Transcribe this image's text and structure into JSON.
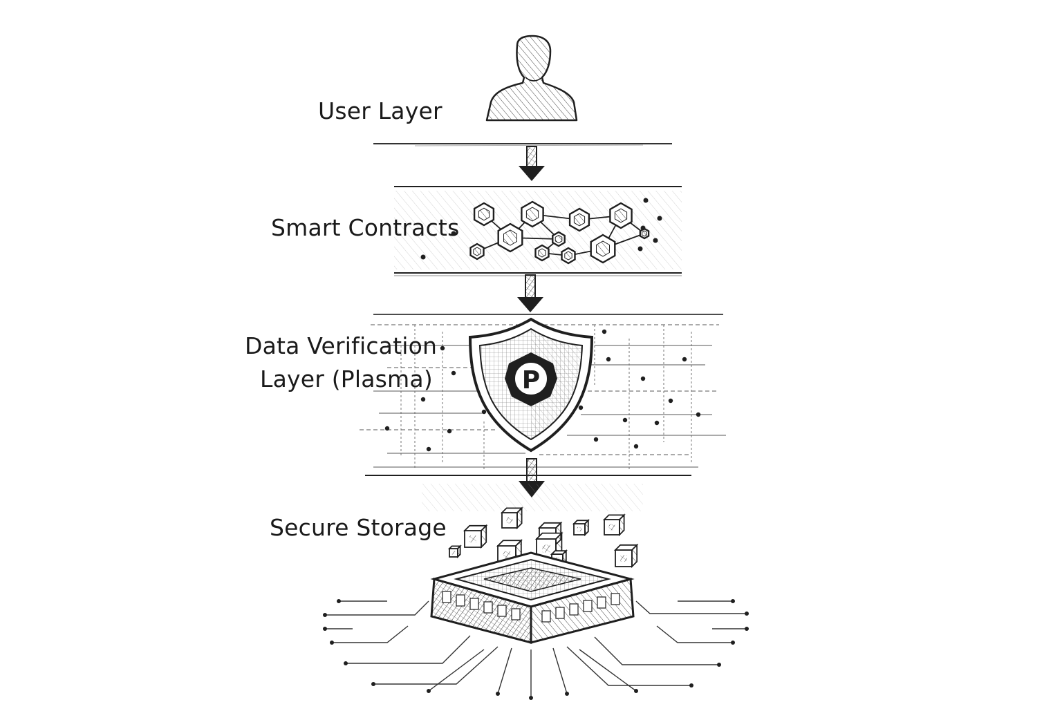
{
  "diagram": {
    "layers": [
      {
        "id": "user",
        "label": "User Layer",
        "icon": "user-silhouette-icon"
      },
      {
        "id": "contracts",
        "label": "Smart Contracts",
        "icon": "hexagon-network-icon"
      },
      {
        "id": "verification",
        "label_line1": "Data Verification",
        "label_line2": "Layer (Plasma)",
        "icon": "shield-icon",
        "badge": "P"
      },
      {
        "id": "storage",
        "label": "Secure Storage",
        "icon": "server-chip-icon"
      }
    ],
    "arrows": [
      "arrow-down",
      "arrow-down",
      "arrow-down"
    ],
    "style": {
      "ink": "#1f1f1f",
      "paper": "#ffffff"
    }
  }
}
